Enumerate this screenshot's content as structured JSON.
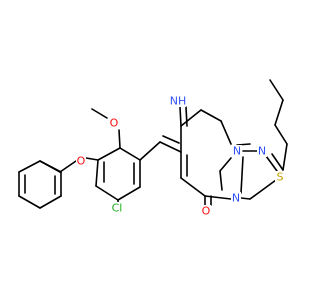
{
  "atoms": {
    "methoxy_c": {
      "text": "",
      "color": "#000000"
    },
    "ether_o": {
      "text": "O",
      "color": "#ff0d0d"
    },
    "benzyl_o": {
      "text": "O",
      "color": "#ff0d0d"
    },
    "chloro": {
      "text": "Cl",
      "color": "#1fb01f"
    },
    "imine_nh": {
      "text": "NH",
      "color": "#3050f8"
    },
    "ring_n1": {
      "text": "N",
      "color": "#3050f8"
    },
    "ring_n2": {
      "text": "N",
      "color": "#3050f8"
    },
    "ring_n3": {
      "text": "N",
      "color": "#3050f8"
    },
    "thio_s": {
      "text": "S",
      "color": "#c6a300"
    },
    "keto_o": {
      "text": "O",
      "color": "#ff0d0d"
    }
  },
  "bond_color": "#000000"
}
